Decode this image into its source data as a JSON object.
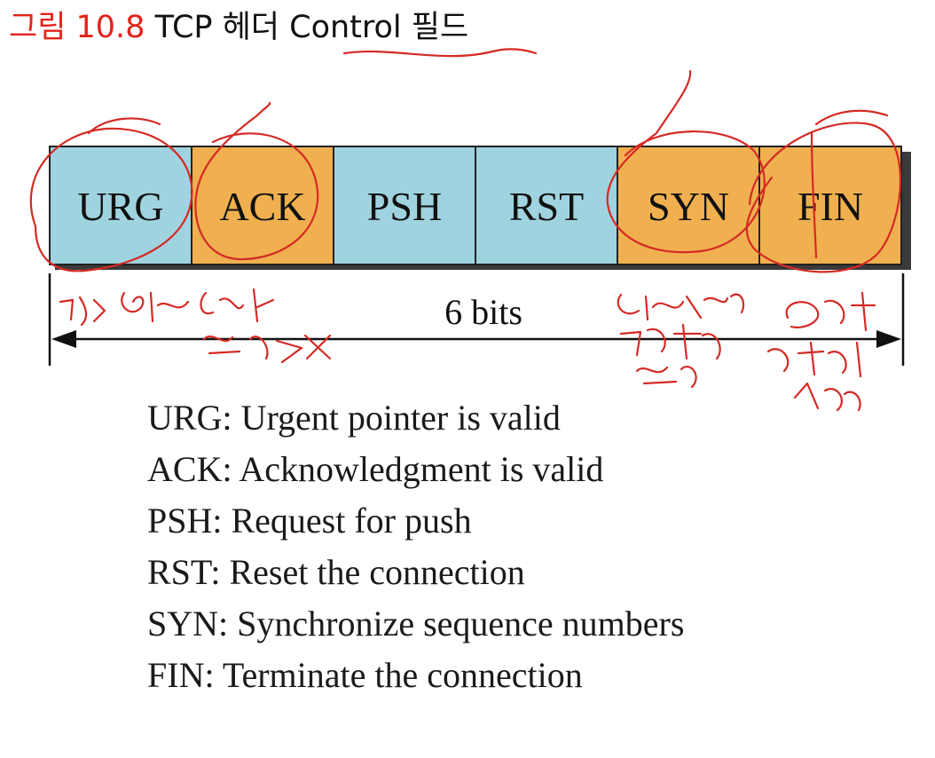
{
  "title": {
    "prefix": "그림 10.8",
    "text": "TCP 헤더 Control 필드"
  },
  "fields": [
    {
      "label": "URG",
      "color": "#9fd3df"
    },
    {
      "label": "ACK",
      "color": "#f0b04f"
    },
    {
      "label": "PSH",
      "color": "#9fd3df"
    },
    {
      "label": "RST",
      "color": "#9fd3df"
    },
    {
      "label": "SYN",
      "color": "#f0b04f"
    },
    {
      "label": "FIN",
      "color": "#f0b04f"
    }
  ],
  "width_label": "6 bits",
  "legend": [
    "URG: Urgent pointer is valid",
    "ACK: Acknowledgment is valid",
    "PSH: Request for push",
    "RST: Reset the connection",
    "SYN: Synchronize sequence numbers",
    "FIN: Terminate the connection"
  ],
  "annotation_color": "#d42a25"
}
